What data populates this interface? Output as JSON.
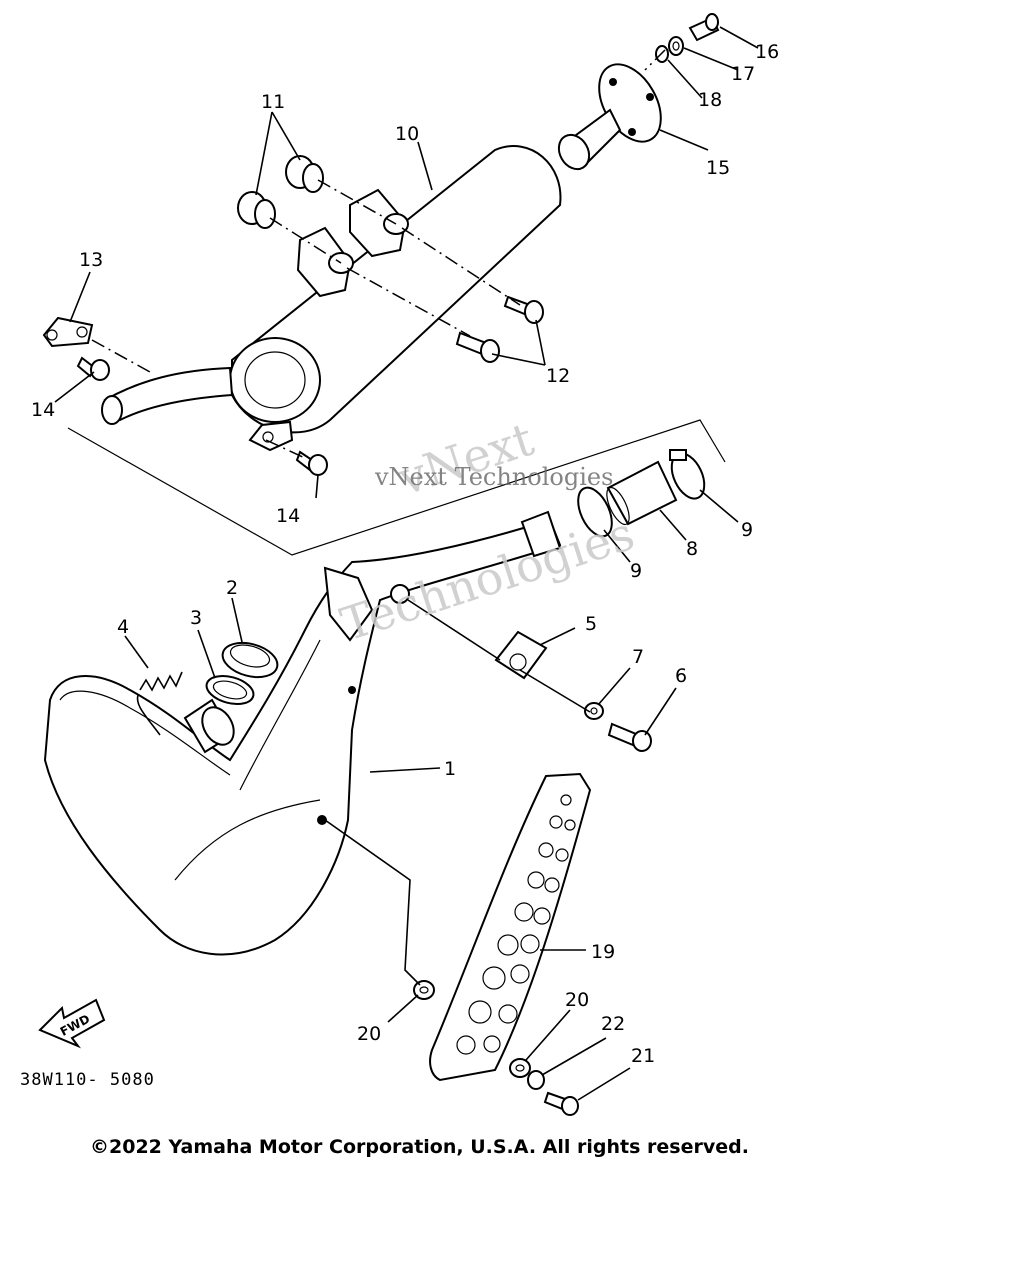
{
  "callouts": [
    "1",
    "2",
    "3",
    "4",
    "5",
    "6",
    "7",
    "8",
    "9",
    "9",
    "10",
    "11",
    "12",
    "13",
    "14",
    "14",
    "15",
    "16",
    "17",
    "18",
    "19",
    "20",
    "20",
    "21",
    "22"
  ],
  "fwd_label": "FWD",
  "diagram_code": "38W110- 5080",
  "watermark_line1": "vNext",
  "watermark_line2": "vNext Technologies",
  "watermark_line3": "Technologies",
  "copyright": "©2022 Yamaha Motor Corporation, U.S.A. All rights reserved."
}
